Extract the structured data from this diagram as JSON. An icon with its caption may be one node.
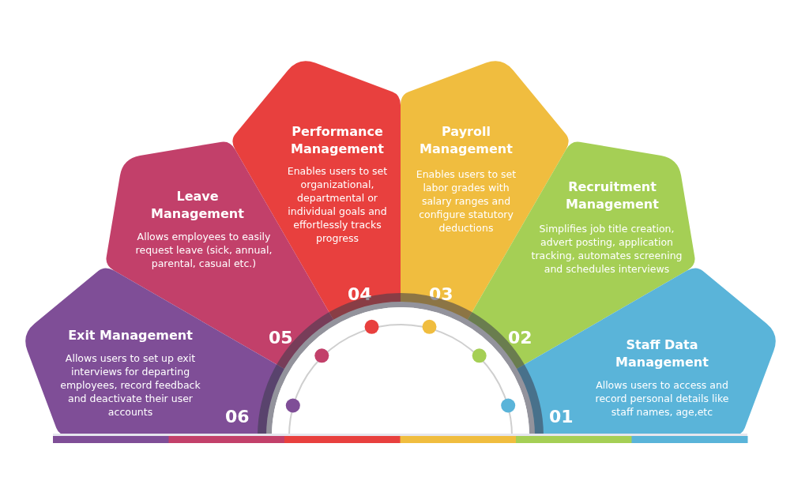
{
  "diagram": {
    "nodes": [
      {
        "text": [
          "Exit Management",
          "Allows users to set up exit interviews for departing employees, record feedback and deactivate their user accounts",
          "06"
        ]
      },
      {
        "text": [
          "Leave Management",
          "Allows employees to easily request leave (sick, annual, parental, casual etc.)",
          "05"
        ]
      },
      {
        "text": [
          "Performance Management",
          "Enables users to set organizational, departmental or individual goals and effortlessly tracks progress",
          "04"
        ]
      },
      {
        "text": [
          "Payroll Management",
          "Enables users to set labor grades with salary ranges and configure statutory deductions",
          "03"
        ]
      },
      {
        "text": [
          "Recruitment Management",
          "Simplifies job title creation, advert posting, application tracking, automates screening and schedules interviews",
          "02"
        ]
      },
      {
        "text": [
          "Staff Data Management",
          "01",
          "Allows users to access and record personal details like staff names, age,etc"
        ]
      }
    ]
  }
}
